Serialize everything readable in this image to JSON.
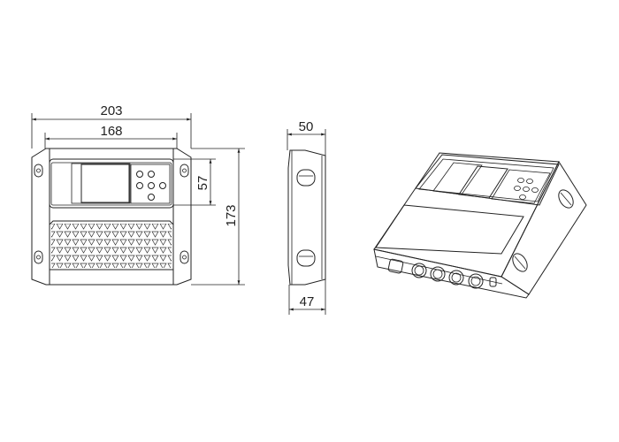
{
  "dimensions": {
    "overall_width": "203",
    "mounting_width": "168",
    "display_height": "57",
    "overall_height": "173",
    "depth_top": "50",
    "depth_bottom": "47"
  },
  "views": [
    "front",
    "side",
    "isometric"
  ],
  "colors": {
    "line": "#222222",
    "background": "#ffffff"
  }
}
